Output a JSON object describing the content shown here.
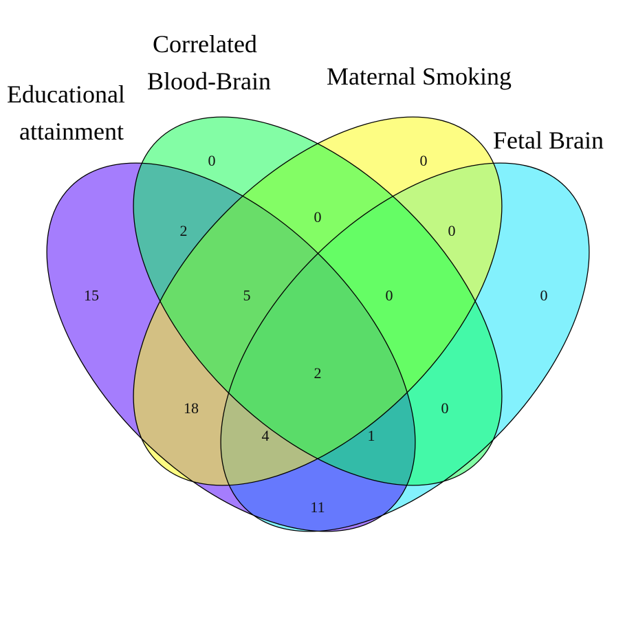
{
  "chart_data": {
    "type": "venn",
    "title": "",
    "sets": [
      {
        "id": "A",
        "name": "Educational attainment",
        "label_lines": [
          "Educational",
          "attainment"
        ],
        "color": "#a57dfd"
      },
      {
        "id": "B",
        "name": "Correlated Blood-Brain",
        "label_lines": [
          "Correlated",
          "Blood-Brain"
        ],
        "color": "#83fda5"
      },
      {
        "id": "C",
        "name": "Maternal Smoking",
        "label_lines": [
          "Maternal Smoking"
        ],
        "color": "#fdfd83"
      },
      {
        "id": "D",
        "name": "Fetal Brain",
        "label_lines": [
          "Fetal Brain"
        ],
        "color": "#83f1fd"
      }
    ],
    "regions": [
      {
        "sets": [
          "A"
        ],
        "count": 15,
        "color": "#a57dfd"
      },
      {
        "sets": [
          "B"
        ],
        "count": 0,
        "color": "#83fda5"
      },
      {
        "sets": [
          "C"
        ],
        "count": 0,
        "color": "#fdfd83"
      },
      {
        "sets": [
          "D"
        ],
        "count": 0,
        "color": "#83f1fd"
      },
      {
        "sets": [
          "A",
          "B"
        ],
        "count": 2,
        "color": "#52bda8"
      },
      {
        "sets": [
          "B",
          "C"
        ],
        "count": 0,
        "color": "#83fd65"
      },
      {
        "sets": [
          "C",
          "D"
        ],
        "count": 0,
        "color": "#c1f883"
      },
      {
        "sets": [
          "A",
          "B",
          "C"
        ],
        "count": 5,
        "color": "#69dd69"
      },
      {
        "sets": [
          "B",
          "C",
          "D"
        ],
        "count": 0,
        "color": "#65fd65"
      },
      {
        "sets": [
          "A",
          "B",
          "C",
          "D"
        ],
        "count": 2,
        "color": "#5adc69"
      },
      {
        "sets": [
          "A",
          "C"
        ],
        "count": 18,
        "color": "#d3c083"
      },
      {
        "sets": [
          "A",
          "C",
          "D"
        ],
        "count": 4,
        "color": "#b2be83"
      },
      {
        "sets": [
          "A",
          "B",
          "D"
        ],
        "count": 1,
        "color": "#33bba8"
      },
      {
        "sets": [
          "B",
          "D"
        ],
        "count": 0,
        "color": "#44f9a8"
      },
      {
        "sets": [
          "A",
          "D"
        ],
        "count": 11,
        "color": "#6679fd"
      }
    ]
  }
}
